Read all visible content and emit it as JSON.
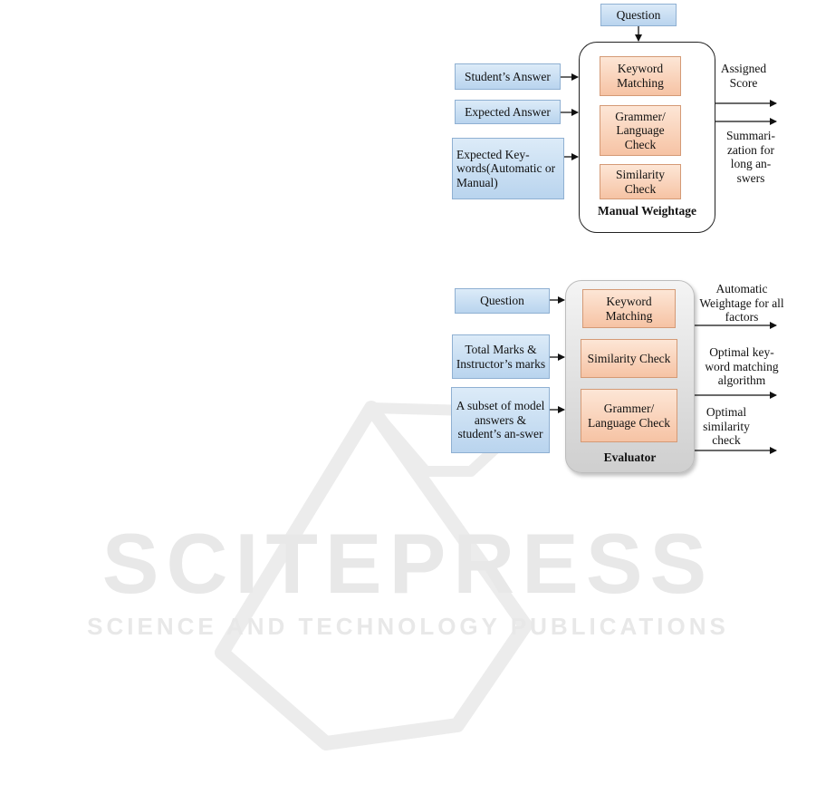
{
  "watermark": {
    "brand": "SCITEPRESS",
    "tagline": "SCIENCE AND TECHNOLOGY PUBLICATIONS"
  },
  "diagram_top": {
    "question": "Question",
    "inputs": [
      "Student’s Answer",
      "Expected Answer",
      "Expected Key-words(Automatic or Manual)"
    ],
    "modules": [
      "Keyword Matching",
      "Grammer/ Language Check",
      "Similarity Check"
    ],
    "container_label": "Manual Weightage",
    "outputs": [
      "Assigned Score",
      "Summari-zation for long an-swers"
    ]
  },
  "diagram_bottom": {
    "inputs": [
      "Question",
      "Total Marks & Instructor’s marks",
      "A subset of model answers & student’s an-swer"
    ],
    "modules": [
      "Keyword Matching",
      "Similarity Check",
      "Grammer/ Language Check"
    ],
    "container_label": "Evaluator",
    "outputs": [
      "Automatic Weightage for all factors",
      "Optimal key-word matching algorithm",
      "Optimal similarity check"
    ]
  }
}
